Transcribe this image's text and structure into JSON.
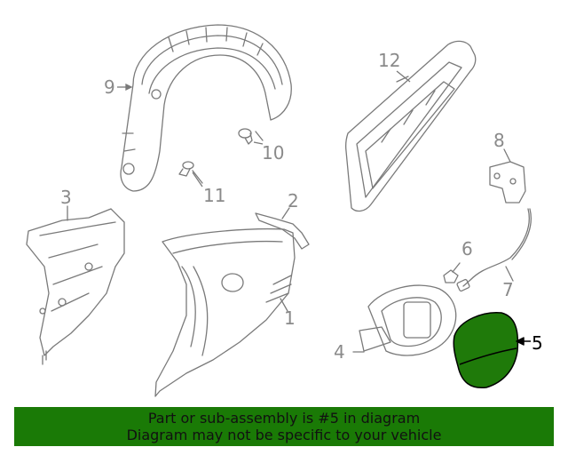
{
  "callouts": {
    "c1": "1",
    "c2": "2",
    "c3": "3",
    "c4": "4",
    "c5": "5",
    "c6": "6",
    "c7": "7",
    "c8": "8",
    "c9": "9",
    "c10": "10",
    "c11": "11",
    "c12": "12"
  },
  "highlight_part": "5",
  "colors": {
    "line": "#7a7a7a",
    "highlight_fill": "#1f7a0a",
    "banner_bg": "#1a7a06",
    "banner_text": "#111111"
  },
  "banner": {
    "line1": "Part or sub-assembly is #5 in diagram",
    "line2": "Diagram may not be specific to your vehicle"
  }
}
